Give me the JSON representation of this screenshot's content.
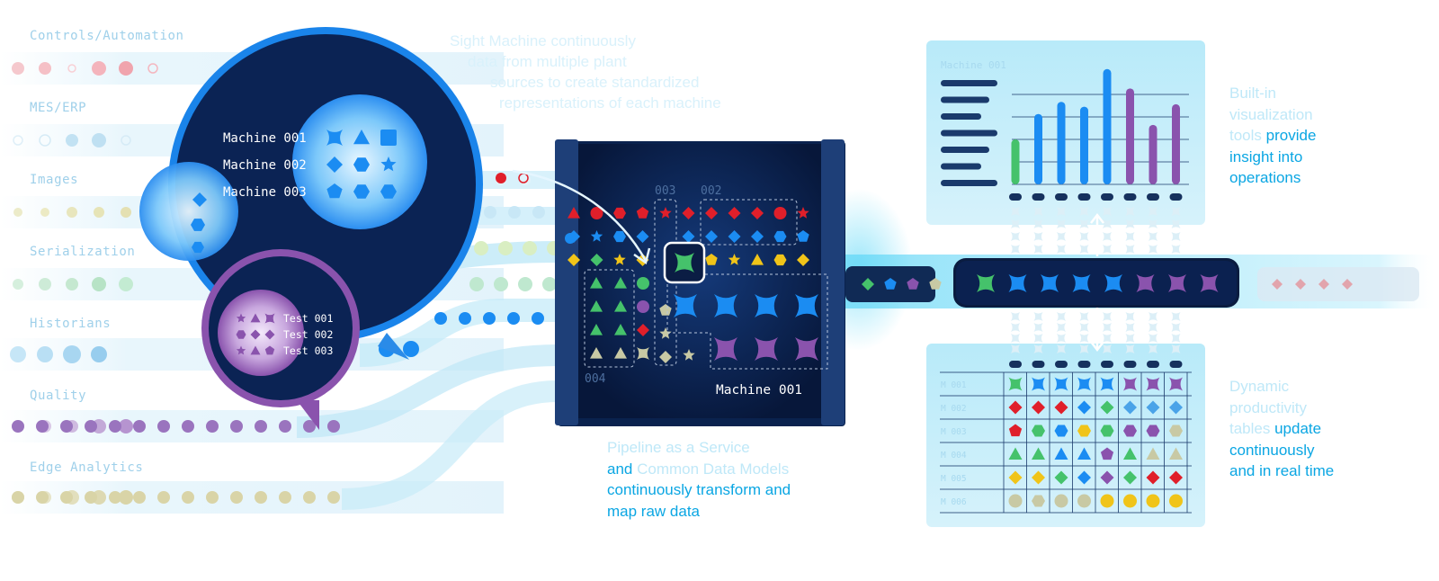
{
  "data_sources": [
    "Controls/Automation",
    "MES/ERP",
    "Images",
    "Serialization",
    "Historians",
    "Quality",
    "Edge Analytics"
  ],
  "top_callout_lines": [
    "Sight Machine continuously",
    "data from multiple plant",
    "sources to create standardized",
    "representations of each machine"
  ],
  "blue_lens": {
    "machines": [
      "Machine 001",
      "Machine 002",
      "Machine 003"
    ]
  },
  "purple_lens": {
    "tests": [
      "Test 001",
      "Test 002",
      "Test 003"
    ]
  },
  "pipeline": {
    "group_labels": [
      "003",
      "002",
      "004"
    ],
    "machine_label": "Machine 001"
  },
  "pipeline_callout": {
    "hl1": "Pipeline as a Service",
    "and1": "and ",
    "hl2": "Common Data Models",
    "rest1": "continuously transform and",
    "rest2": "map raw data"
  },
  "viz_callout": {
    "hl1": "Built-in",
    "hl2": "visualization",
    "hl3": "tools",
    "rest1": " provide",
    "rest2": "insight into",
    "rest3": "operations"
  },
  "tables_callout": {
    "hl1": "Dynamic",
    "hl2": "productivity",
    "hl3": "tables",
    "rest1": " update",
    "rest2": "continuously",
    "rest3": "and in real time"
  },
  "chart_panel": {
    "title": "Machine 001",
    "bar_values": [
      0.37,
      0.58,
      0.68,
      0.64,
      0.95,
      0.79,
      0.49,
      0.66
    ],
    "bar_colors": [
      "#45c26b",
      "#1b8cf2",
      "#1b8cf2",
      "#1b8cf2",
      "#1b8cf2",
      "#8a53ad",
      "#8a53ad",
      "#8a53ad"
    ]
  },
  "table_panel": {
    "row_labels": [
      "M 001",
      "M 002",
      "M 003",
      "M 004",
      "M 005",
      "M 006"
    ],
    "rows": [
      [
        "x:#45c26b",
        "x:#1b8cf2",
        "x:#1b8cf2",
        "x:#1b8cf2",
        "x:#1b8cf2",
        "x:#8a53ad",
        "x:#8a53ad",
        "x:#8a53ad"
      ],
      [
        "d:#e01f2a",
        "d:#e01f2a",
        "d:#e01f2a",
        "d:#1b8cf2",
        "d:#45c26b",
        "d:#4aa3e8",
        "d:#4aa3e8",
        "d:#4aa3e8"
      ],
      [
        "p:#e01f2a",
        "h:#45c26b",
        "h:#1b8cf2",
        "h:#f0c419",
        "h:#45c26b",
        "h:#8a53ad",
        "h:#8a53ad",
        "h:#c8c9a4"
      ],
      [
        "t:#45c26b",
        "t:#45c26b",
        "t:#1b8cf2",
        "t:#1b8cf2",
        "p:#8a53ad",
        "t:#45c26b",
        "t:#c8c9a4",
        "t:#c8c9a4"
      ],
      [
        "d:#f0c419",
        "d:#f0c419",
        "d:#45c26b",
        "d:#1b8cf2",
        "d:#8a53ad",
        "d:#45c26b",
        "d:#e01f2a",
        "d:#e01f2a"
      ],
      [
        "c:#c8c9a4",
        "h:#c8c9a4",
        "c:#c8c9a4",
        "c:#c8c9a4",
        "c:#f0c419",
        "c:#f0c419",
        "c:#f0c419",
        "c:#f0c419"
      ]
    ]
  },
  "processed_band": [
    "x:#45c26b",
    "x:#1b8cf2",
    "x:#1b8cf2",
    "x:#1b8cf2",
    "x:#1b8cf2",
    "x:#8a53ad",
    "x:#8a53ad",
    "x:#8a53ad"
  ],
  "palette": {
    "navy": "#0b1d44",
    "dark_navy": "#061432",
    "blue": "#1b8cf2",
    "cyan": "#38c8f0",
    "purple": "#8a53ad",
    "green": "#45c26b",
    "red": "#e01f2a",
    "yellow": "#f0c419",
    "beige": "#c8c9a4"
  }
}
